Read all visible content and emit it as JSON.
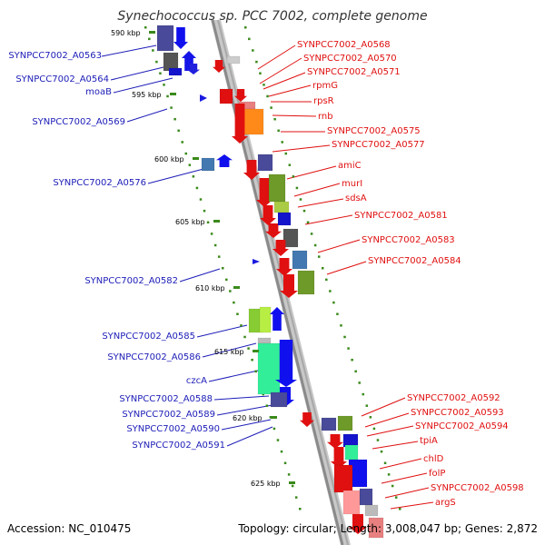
{
  "title": "Synechococcus sp. PCC 7002, complete genome",
  "footer": {
    "accession": "Accession: NC_010475",
    "summary": "Topology: circular; Length: 3,008,047 bp; Genes: 2,872"
  },
  "colors": {
    "left_label": "#1c1cb8",
    "right_label": "#e01010",
    "backbone": "#8a8a8a",
    "ruler_dots": "#3a8a1a"
  },
  "ruler": [
    {
      "text": "590 kbp",
      "pos": 590
    },
    {
      "text": "595 kbp",
      "pos": 595
    },
    {
      "text": "600 kbp",
      "pos": 600
    },
    {
      "text": "605 kbp",
      "pos": 605
    },
    {
      "text": "610 kbp",
      "pos": 610
    },
    {
      "text": "615 kbp",
      "pos": 615
    },
    {
      "text": "620 kbp",
      "pos": 620
    },
    {
      "text": "625 kbp",
      "pos": 625
    }
  ],
  "left_labels": [
    "SYNPCC7002_A0563",
    "SYNPCC7002_A0564",
    "moaB",
    "SYNPCC7002_A0569",
    "SYNPCC7002_A0576",
    "SYNPCC7002_A0582",
    "SYNPCC7002_A0585",
    "SYNPCC7002_A0586",
    "czcA",
    "SYNPCC7002_A0588",
    "SYNPCC7002_A0589",
    "SYNPCC7002_A0590",
    "SYNPCC7002_A0591"
  ],
  "right_labels": [
    "SYNPCC7002_A0568",
    "SYNPCC7002_A0570",
    "SYNPCC7002_A0571",
    "rpmG",
    "rpsR",
    "rnb",
    "SYNPCC7002_A0575",
    "SYNPCC7002_A0577",
    "amiC",
    "murI",
    "sdsA",
    "SYNPCC7002_A0581",
    "SYNPCC7002_A0583",
    "SYNPCC7002_A0584",
    "SYNPCC7002_A0592",
    "SYNPCC7002_A0593",
    "SYNPCC7002_A0594",
    "tpiA",
    "chlD",
    "folP",
    "SYNPCC7002_A0598",
    "argS"
  ]
}
